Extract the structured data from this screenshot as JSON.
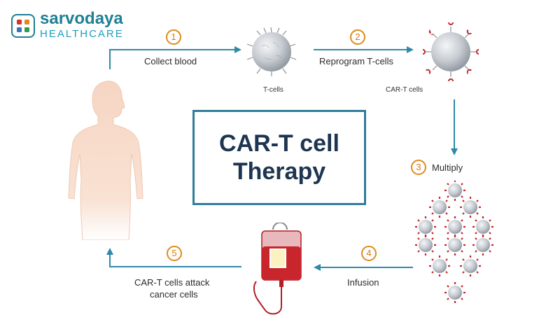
{
  "brand": {
    "name": "sarvodaya",
    "sub": "HEALTHCARE",
    "colors": {
      "teal": "#1f7f95",
      "light_teal": "#1f9ec0",
      "red": "#d6342e",
      "orange": "#e08a1e",
      "green": "#2e9e4e",
      "blue": "#3a73b8"
    }
  },
  "title": {
    "line1": "CAR-T cell",
    "line2": "Therapy"
  },
  "steps": [
    {
      "num": "1",
      "label": "Collect blood"
    },
    {
      "num": "2",
      "label": "Reprogram T-cells"
    },
    {
      "num": "3",
      "label": "Multiply"
    },
    {
      "num": "4",
      "label": "Infusion"
    },
    {
      "num": "5",
      "label_line1": "CAR-T cells attack",
      "label_line2": "cancer cells"
    }
  ],
  "cells": {
    "t_cells": "T-cells",
    "car_t_cells": "CAR-T cells"
  },
  "icons": [
    "human-silhouette-icon",
    "t-cell-icon",
    "car-t-cell-icon",
    "iv-bag-icon",
    "arrow-icon"
  ],
  "colors": {
    "arrow": "#2e8aa8",
    "box_border": "#2e7d99",
    "title_text": "#1d3550",
    "step_circle": "#e08a1e",
    "body": "#f8dccb",
    "bag": "#c8262c"
  }
}
